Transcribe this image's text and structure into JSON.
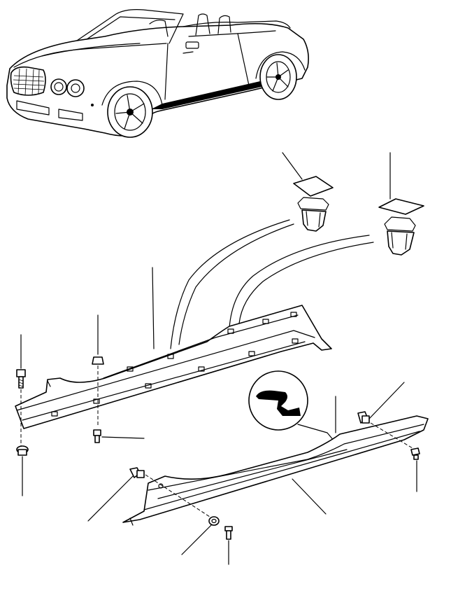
{
  "diagram": {
    "type": "exploded-parts-illustration",
    "colors": {
      "line": "#000000",
      "background": "#ffffff"
    },
    "parts": [
      {
        "name": "vehicle-overview"
      },
      {
        "name": "trim-clip-upper"
      },
      {
        "name": "trim-clip-lower"
      },
      {
        "name": "inner-sill-panel"
      },
      {
        "name": "outer-sill-cover"
      },
      {
        "name": "seal-profile-detail"
      },
      {
        "name": "screw-left"
      },
      {
        "name": "washer-left"
      },
      {
        "name": "clip-upper-small"
      },
      {
        "name": "screw-middle"
      },
      {
        "name": "clip-front-left"
      },
      {
        "name": "washer-bottom"
      },
      {
        "name": "screw-bottom"
      },
      {
        "name": "clip-right"
      },
      {
        "name": "screw-right"
      }
    ]
  }
}
